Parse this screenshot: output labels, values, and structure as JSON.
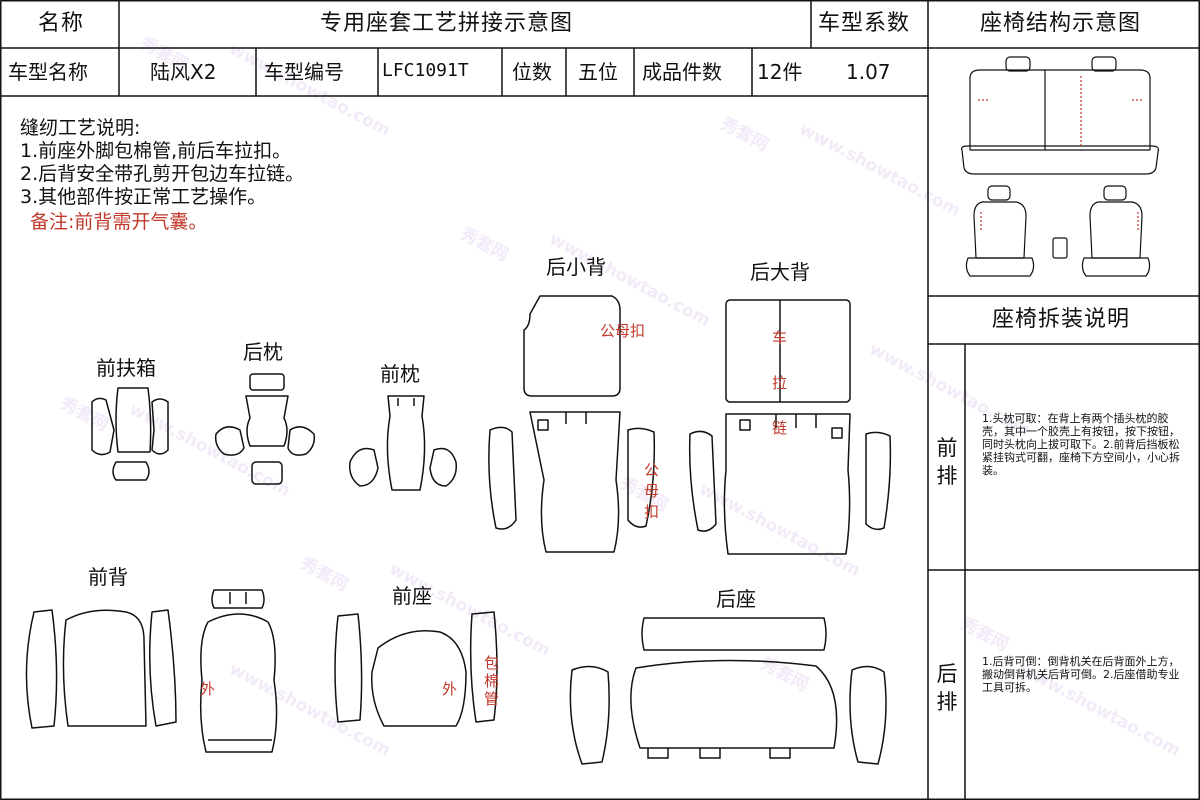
{
  "header": {
    "name_label": "名称",
    "title": "专用座套工艺拼接示意图",
    "coef_label": "车型系数",
    "structure_title": "座椅结构示意图"
  },
  "row2": {
    "model_name_label": "车型名称",
    "model_name": "陆风X2",
    "model_code_label": "车型编号",
    "model_code": "LFC1091T",
    "seats_label": "位数",
    "seats": "五位",
    "pieces_label": "成品件数",
    "pieces": "12件",
    "coef": "1.07"
  },
  "instructions": {
    "title": "缝纫工艺说明:",
    "items": [
      "1.前座外脚包棉管,前后车拉扣。",
      "2.后背安全带孔剪开包边车拉链。",
      "3.其他部件按正常工艺操作。"
    ],
    "remark": "备注:前背需开气囊。"
  },
  "parts": {
    "front_armrest": "前扶箱",
    "rear_headrest": "后枕",
    "front_headrest": "前枕",
    "rear_small_back": "后小背",
    "rear_big_back": "后大背",
    "front_back": "前背",
    "front_seat": "前座",
    "rear_seat": "后座"
  },
  "marks": {
    "snap": "公母扣",
    "snap_v": "公母扣",
    "zipper_v": "车拉链",
    "outer": "外",
    "cotton_pipe": "包棉管"
  },
  "right_panel": {
    "disassembly_title": "座椅拆装说明",
    "front_label": "前排",
    "front_text": "1.头枕可取：在背上有两个插头枕的胶壳，其中一个胶壳上有按钮，按下按钮，同时头枕向上拔可取下。2.前背后挡板松紧挂钩式可翻，座椅下方空间小，小心拆装。",
    "rear_label": "后排",
    "rear_text": "1.后背可倒：倒背机关在后背面外上方，搬动倒背机关后背可倒。2.后座借助专业工具可拆。"
  },
  "watermark": [
    "秀套网",
    "www.showtao.com"
  ],
  "colors": {
    "line": "#111111",
    "accent": "#c0392b"
  }
}
